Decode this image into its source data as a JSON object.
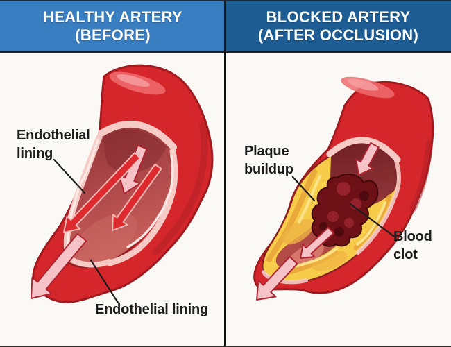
{
  "figure_title": "Healthy vs blocked artery comparison diagram",
  "panels": [
    {
      "id": "healthy-artery",
      "title_line1": "HEALTHY ARTERY",
      "title_line2": "(BEFORE)",
      "labels": [
        {
          "id": "endothelial-lining-top",
          "text": "Endothelial lining"
        },
        {
          "id": "endothelial-lining-bottom",
          "text": "Endothelial lining"
        }
      ],
      "illustration": "cut-open artery with smooth endothelial lining and free blood flow arrows"
    },
    {
      "id": "blocked-artery",
      "title_line1": "BLOCKED ARTERY",
      "title_line2": "(AFTER OCCLUSION)",
      "labels": [
        {
          "id": "plaque-buildup",
          "text": "Plaque buildup"
        },
        {
          "id": "blood-clot",
          "text": "Blood clot"
        }
      ],
      "illustration": "cut-open artery narrowed by yellow plaque with dark red blood clot"
    }
  ],
  "icons": {
    "blood-flow-arrow": "pale pink arrow pointing down-left",
    "reduced-flow-arrow": "small pale pink arrow",
    "fast-flow-arrow": "solid red arrow"
  },
  "colors": {
    "header_left": "#3a7ec2",
    "header_right": "#1e5d94",
    "header_text": "#ffffff",
    "artery_red": "#d5262b",
    "artery_red_dark": "#a01b1f",
    "lining_pink": "#f6cac5",
    "lumen_red": "#b04a4b",
    "arrow_pink": "#f5c2c7",
    "arrow_red": "#dc2a2f",
    "plaque_yellow": "#f7cc4a",
    "plaque_shade": "#e8a63a",
    "clot_dark": "#6e1117",
    "lumen_maroon": "#7c2427",
    "label_text": "#1c1c1c",
    "background": "#faf9f6",
    "divider": "#111111"
  }
}
